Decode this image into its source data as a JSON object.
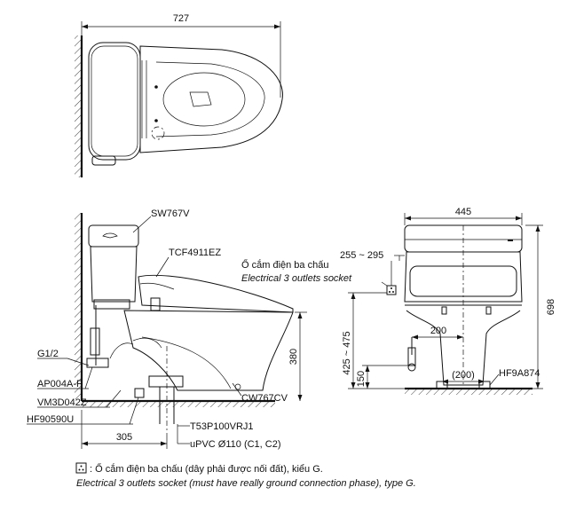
{
  "top_view": {
    "dim_width": "727"
  },
  "side_view": {
    "label_tank": "SW767V",
    "label_seat": "TCF4911EZ",
    "label_g12": "G1/2",
    "label_ap004": "AP004A-F",
    "label_vm3d": "VM3D042Z",
    "label_hf90": "HF90590U",
    "label_bowl": "CW767CV",
    "label_t53": "T53P100VRJ1",
    "label_upvc": "uPVC Ø110 (C1, C2)",
    "dim_380": "380",
    "dim_305": "305"
  },
  "front_view": {
    "dim_445": "445",
    "dim_698": "698",
    "dim_255_295": "255 ~ 295",
    "dim_200": "200",
    "dim_200p": "(200)",
    "dim_425_475": "425 ~ 475",
    "dim_150": "150",
    "label_hf9a": "HF9A874",
    "outlet_vi": "Ổ cắm điện ba chấu",
    "outlet_en": "Electrical 3 outlets socket"
  },
  "footnote": {
    "vi": ": Ổ cắm điện ba chấu (dây phải được nối đất), kiểu G.",
    "en": "Electrical 3 outlets socket (must have really ground connection phase), type G."
  }
}
